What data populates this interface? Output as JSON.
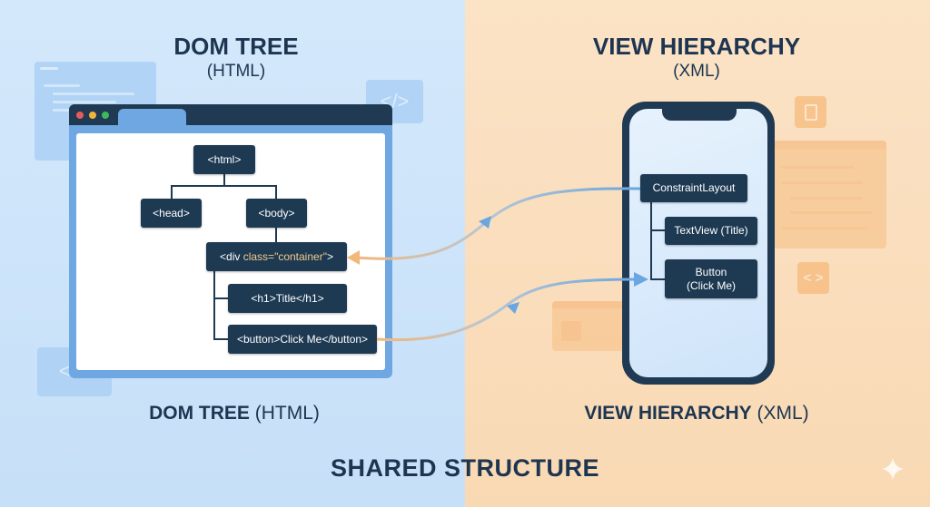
{
  "left": {
    "title": "DOM TREE",
    "subtitle": "(HTML)",
    "caption_bold": "DOM TREE",
    "caption_rest": " (HTML)",
    "nodes": {
      "html": "<html>",
      "head": "<head>",
      "body": "<body>",
      "div_open": "<div ",
      "div_attr": "class=\"container\"",
      "div_close": ">",
      "h1": "<h1>Title</h1>",
      "button": "<button>Click Me</button>"
    },
    "code_icon": "</>"
  },
  "right": {
    "title": "VIEW HIERARCHY",
    "subtitle": "(XML)",
    "caption_bold": "VIEW HIERARCHY",
    "caption_rest": " (XML)",
    "nodes": {
      "constraint": "ConstraintLayout",
      "textview": "TextView (Title)",
      "button_line1": "Button",
      "button_line2": "(Click Me)"
    },
    "code_icon": "< >"
  },
  "footer": {
    "title": "SHARED STRUCTURE"
  },
  "colors": {
    "left_bg": "#cfe5fb",
    "right_bg": "#fbdfbe",
    "node": "#1e3a53",
    "attr": "#f3c98b",
    "blue_arrow": "#6aa6e0",
    "orange_arrow": "#f3b77a"
  }
}
